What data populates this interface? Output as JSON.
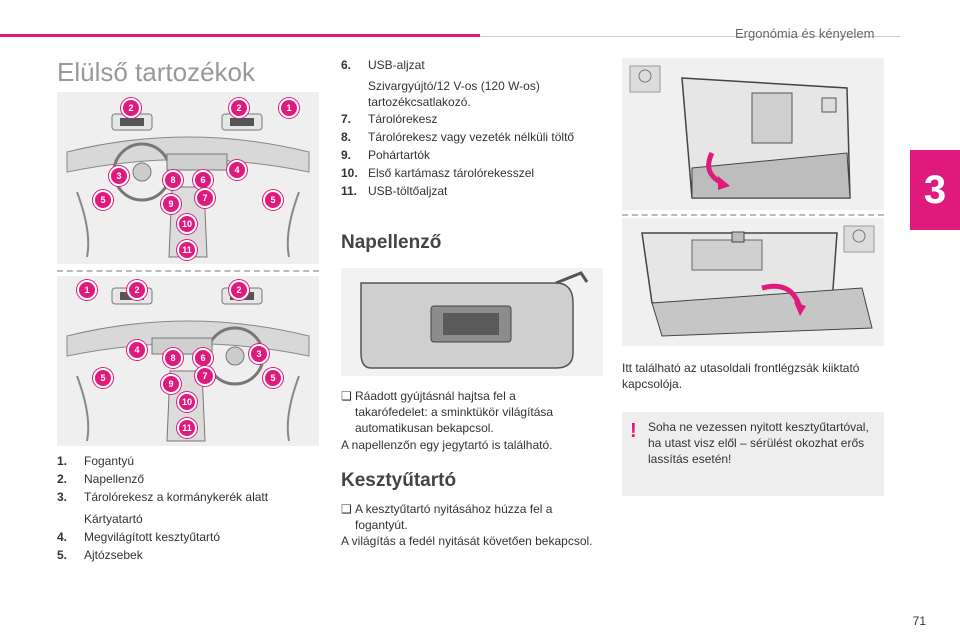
{
  "header": {
    "chapter": "Ergonómia és kényelem",
    "tab_number": "3"
  },
  "page_title": "Elülső tartozékok",
  "legend_left": [
    {
      "num": "1.",
      "label": "Fogantyú"
    },
    {
      "num": "2.",
      "label": "Napellenző"
    },
    {
      "num": "3.",
      "label": "Tárolórekesz a kormánykerék alatt"
    },
    {
      "num": "",
      "label": "Kártyatartó"
    },
    {
      "num": "4.",
      "label": "Megvilágított kesztyűtartó"
    },
    {
      "num": "5.",
      "label": "Ajtózsebek"
    }
  ],
  "legend_right": [
    {
      "num": "6.",
      "label": "USB-aljzat"
    },
    {
      "num": "",
      "label": "Szivargyújtó/12 V-os (120 W-os) tartozékcsatlakozó."
    },
    {
      "num": "7.",
      "label": "Tárolórekesz"
    },
    {
      "num": "8.",
      "label": "Tárolórekesz vagy vezeték nélküli töltő"
    },
    {
      "num": "9.",
      "label": "Pohártartók"
    },
    {
      "num": "10.",
      "label": "Első kartámasz tárolórekesszel"
    },
    {
      "num": "11.",
      "label": "USB-töltőaljzat"
    }
  ],
  "callouts_top": [
    "2",
    "2",
    "1",
    "3",
    "8",
    "6",
    "4",
    "5",
    "7",
    "9",
    "5",
    "10",
    "11"
  ],
  "callouts_bottom": [
    "1",
    "2",
    "2",
    "4",
    "8",
    "6",
    "3",
    "5",
    "7",
    "9",
    "5",
    "10",
    "11"
  ],
  "sun_visor": {
    "heading": "Napellenző",
    "step": "Ráadott gyújtásnál hajtsa fel a takarófedelet: a sminktükör világítása automatikusan bekapcsol.",
    "note": "A napellenzőn egy jegytartó is található."
  },
  "glovebox": {
    "heading": "Kesztyűtartó",
    "step": "A kesztyűtartó nyitásához húzza fel a fogantyút.",
    "note": "A világítás a fedél nyitását követően bekapcsol."
  },
  "airbag_note": "Itt található az utasoldali frontlégzsák kiiktató kapcsolója.",
  "warning": "Soha ne vezessen nyitott kesztyűtartóval, ha utast visz elől – sérülést okozhat erős lassítás esetén!",
  "page_number": "71",
  "colors": {
    "accent": "#e0197d"
  }
}
